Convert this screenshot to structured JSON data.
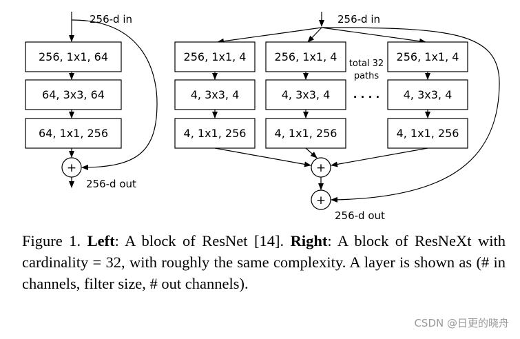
{
  "left_block": {
    "input_label": "256-d in",
    "output_label": "256-d out",
    "layers": [
      "256, 1x1, 64",
      "64, 3x3, 64",
      "64, 1x1, 256"
    ],
    "sum_symbol": "+"
  },
  "right_block": {
    "input_label": "256-d in",
    "output_label": "256-d out",
    "path_layers": [
      "256, 1x1, 4",
      "4, 3x3, 4",
      "4, 1x1, 256"
    ],
    "paths_note": [
      "total 32",
      "paths"
    ],
    "ellipsis": "· · · ·",
    "sum_symbol": "+"
  },
  "caption": {
    "figure_label": "Figure 1. ",
    "left_label": "Left",
    "left_text": ":  A block of ResNet [14].  ",
    "right_label": "Right",
    "right_text": ":  A block of ResNeXt with cardinality = 32, with roughly the same complexity. A layer is shown as (# in channels, filter size, # out channels)."
  },
  "watermark": "CSDN @日更的晓舟"
}
